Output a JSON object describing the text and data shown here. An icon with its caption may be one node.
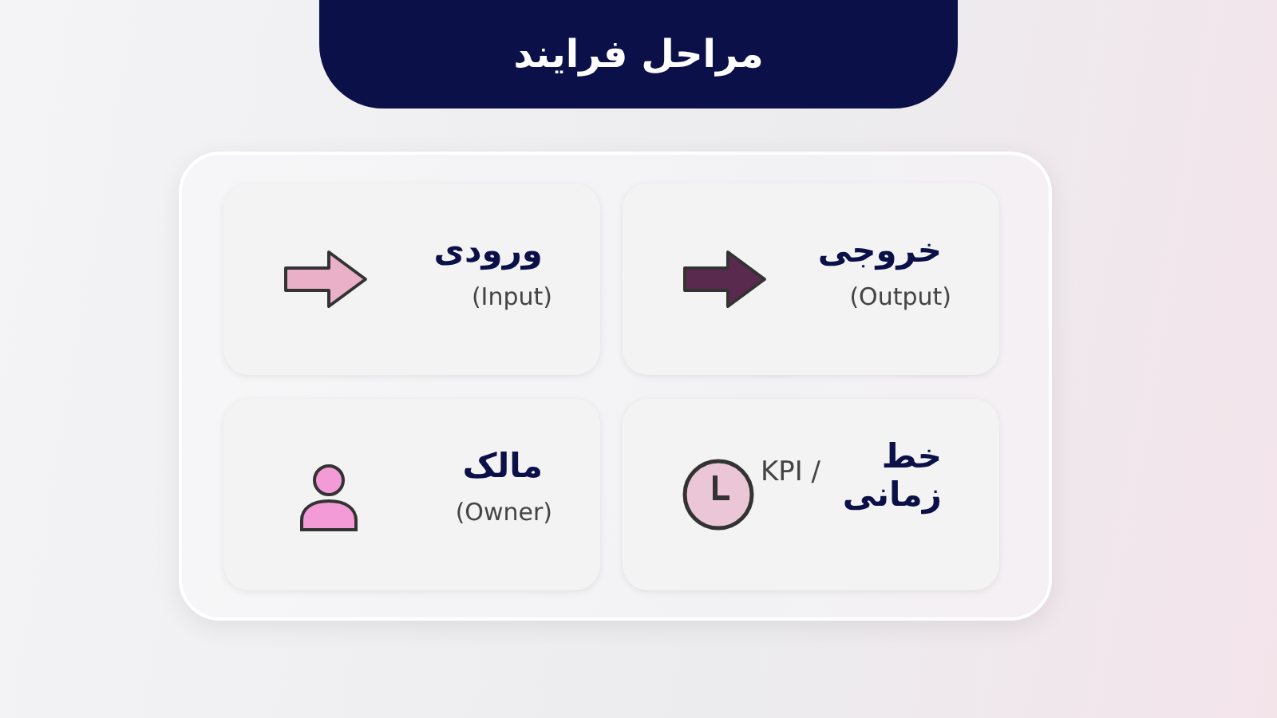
{
  "diagram": {
    "title": "مراحل فرایند",
    "nodes": [
      {
        "text": [],
        "shape": "box"
      },
      {
        "text": [
          "خروجی",
          "(Output)"
        ],
        "in": 0
      },
      {
        "text": [
          "ورودی",
          "(Input)"
        ],
        "in": 0
      },
      {
        "text": [
          "خط زمانی",
          "KPI /"
        ],
        "in": 0
      },
      {
        "text": [
          "مالک",
          "(Owner)"
        ],
        "in": 0
      }
    ]
  }
}
